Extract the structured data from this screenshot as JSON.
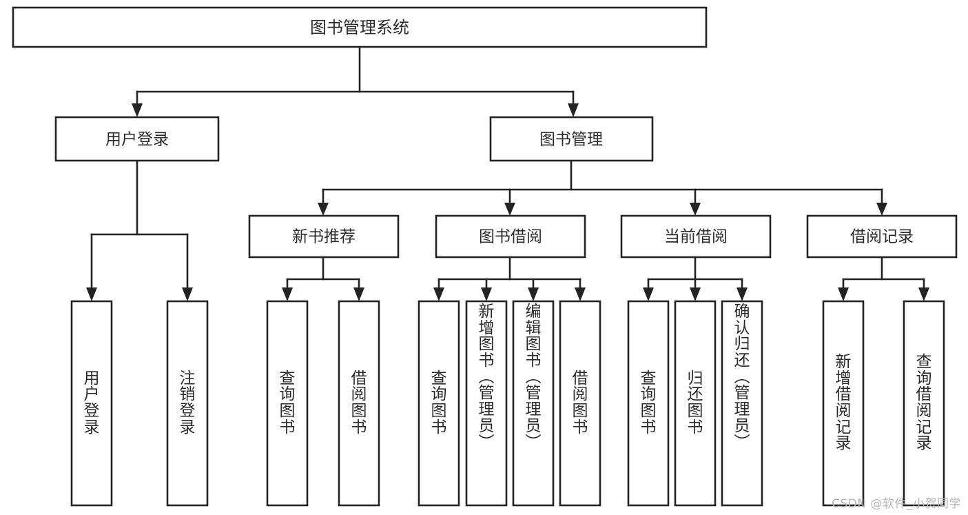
{
  "diagram": {
    "type": "tree-hierarchy",
    "root": {
      "id": "root",
      "label": "图书管理系统"
    },
    "level2": [
      {
        "id": "user-login",
        "label": "用户登录"
      },
      {
        "id": "book-management",
        "label": "图书管理"
      }
    ],
    "level3": [
      {
        "id": "new-book-recommend",
        "label": "新书推荐",
        "parent": "book-management"
      },
      {
        "id": "book-borrow",
        "label": "图书借阅",
        "parent": "book-management"
      },
      {
        "id": "current-borrow",
        "label": "当前借阅",
        "parent": "book-management"
      },
      {
        "id": "borrow-record",
        "label": "借阅记录",
        "parent": "book-management"
      }
    ],
    "leaves": [
      {
        "id": "leaf-user-login",
        "label": "用户登录",
        "parent": "user-login"
      },
      {
        "id": "leaf-user-logout",
        "label": "注销登录",
        "parent": "user-login"
      },
      {
        "id": "leaf-query-book-1",
        "label": "查询图书",
        "parent": "new-book-recommend"
      },
      {
        "id": "leaf-borrow-book-1",
        "label": "借阅图书",
        "parent": "new-book-recommend"
      },
      {
        "id": "leaf-query-book-2",
        "label": "查询图书",
        "parent": "book-borrow"
      },
      {
        "id": "leaf-add-book",
        "label": "新增图书（管理员）",
        "parent": "book-borrow"
      },
      {
        "id": "leaf-edit-book",
        "label": "编辑图书（管理员）",
        "parent": "book-borrow"
      },
      {
        "id": "leaf-borrow-book-2",
        "label": "借阅图书",
        "parent": "book-borrow"
      },
      {
        "id": "leaf-query-book-3",
        "label": "查询图书",
        "parent": "current-borrow"
      },
      {
        "id": "leaf-return-book",
        "label": "归还图书",
        "parent": "current-borrow"
      },
      {
        "id": "leaf-confirm-return",
        "label": "确认归还（管理员）",
        "parent": "current-borrow"
      },
      {
        "id": "leaf-add-record",
        "label": "新增借阅记录",
        "parent": "borrow-record"
      },
      {
        "id": "leaf-query-record",
        "label": "查询借阅记录",
        "parent": "borrow-record"
      }
    ],
    "colors": {
      "stroke": "#232323",
      "fill": "#ffffff",
      "text": "#2b2b2b",
      "watermark": "#b6b6b6"
    }
  },
  "watermark": {
    "text": "CSDN @软件_小贺同学"
  }
}
